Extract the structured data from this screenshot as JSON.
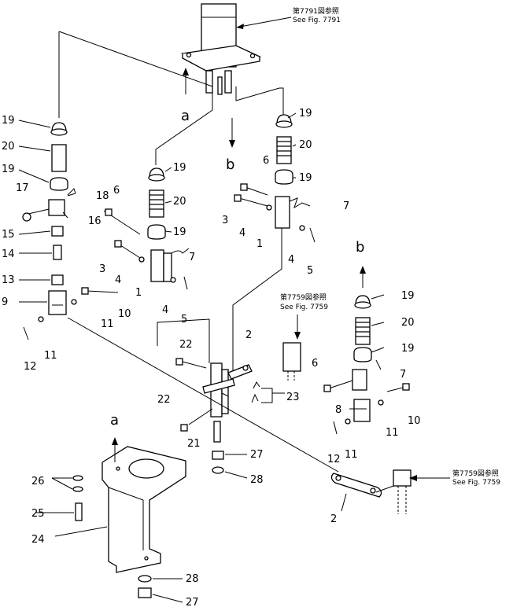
{
  "references": {
    "top": {
      "jp": "第7791図参照",
      "en": "See Fig. 7791"
    },
    "mid": {
      "jp": "第7759図参照",
      "en": "See Fig. 7759"
    },
    "bottom": {
      "jp": "第7759図参照",
      "en": "See Fig. 7759"
    }
  },
  "arrow_letters": {
    "a_top": "a",
    "b_top": "b",
    "b_right": "b",
    "a_bottom": "a"
  },
  "part_numbers": {
    "n1_left": "1",
    "n1_right": "1",
    "n2_mid": "2",
    "n2_bottom": "2",
    "n3_left": "3",
    "n3_right": "3",
    "n4_left": "4",
    "n4_right": "4",
    "n4_right2": "4",
    "n4_left2": "4",
    "n5_left": "5",
    "n5_right": "5",
    "n6_left": "6",
    "n6_right": "6",
    "n6_far": "6",
    "n7_left": "7",
    "n7_right": "7",
    "n7_far": "7",
    "n8": "8",
    "n9": "9",
    "n10_left": "10",
    "n10_right": "10",
    "n11_left": "11",
    "n11_left2": "11",
    "n11_right": "11",
    "n11_right2": "11",
    "n12_left": "12",
    "n12_right": "12",
    "n13": "13",
    "n14": "14",
    "n15": "15",
    "n16": "16",
    "n17": "17",
    "n18": "18",
    "n19_a": "19",
    "n19_b": "19",
    "n19_c": "19",
    "n19_d": "19",
    "n19_e": "19",
    "n19_f": "19",
    "n19_g": "19",
    "n19_h": "19",
    "n20_a": "20",
    "n20_b": "20",
    "n20_c": "20",
    "n20_d": "20",
    "n21": "21",
    "n22_top": "22",
    "n22_bottom": "22",
    "n23": "23",
    "n24": "24",
    "n25": "25",
    "n26": "26",
    "n27_top": "27",
    "n27_bottom": "27",
    "n28_top": "28",
    "n28_bottom": "28"
  }
}
